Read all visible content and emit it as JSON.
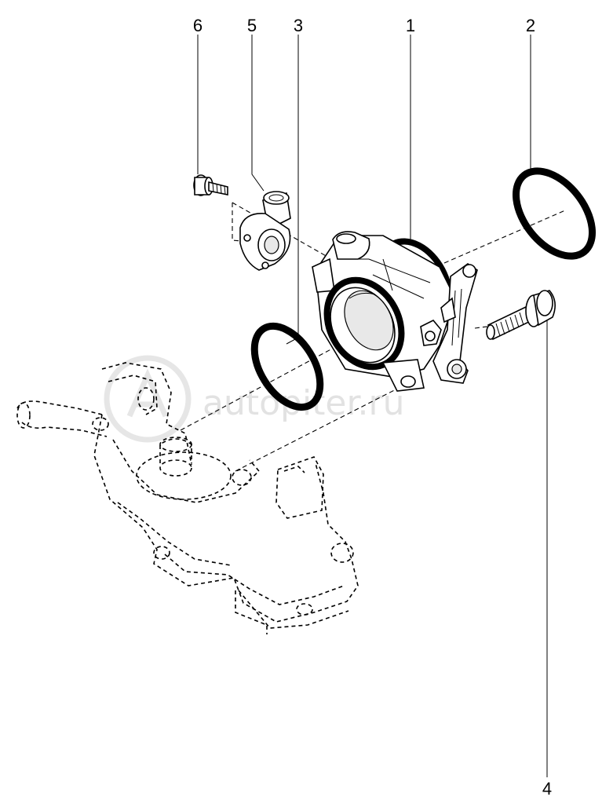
{
  "diagram": {
    "callouts": [
      "1",
      "2",
      "3",
      "4",
      "5",
      "6"
    ],
    "watermark": "autopiter.ru"
  }
}
